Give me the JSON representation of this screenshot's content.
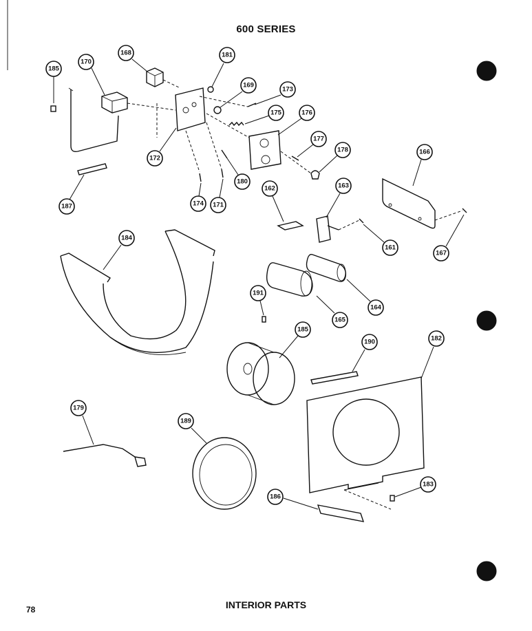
{
  "header": {
    "title": "600 SERIES"
  },
  "footer": {
    "page_number": "78",
    "section_title": "INTERIOR PARTS"
  },
  "callouts": [
    "185",
    "170",
    "168",
    "181",
    "169",
    "173",
    "175",
    "176",
    "177",
    "178",
    "172",
    "180",
    "174",
    "171",
    "187",
    "166",
    "162",
    "163",
    "161",
    "167",
    "184",
    "191",
    "165",
    "164",
    "185",
    "190",
    "182",
    "179",
    "189",
    "186",
    "183"
  ]
}
